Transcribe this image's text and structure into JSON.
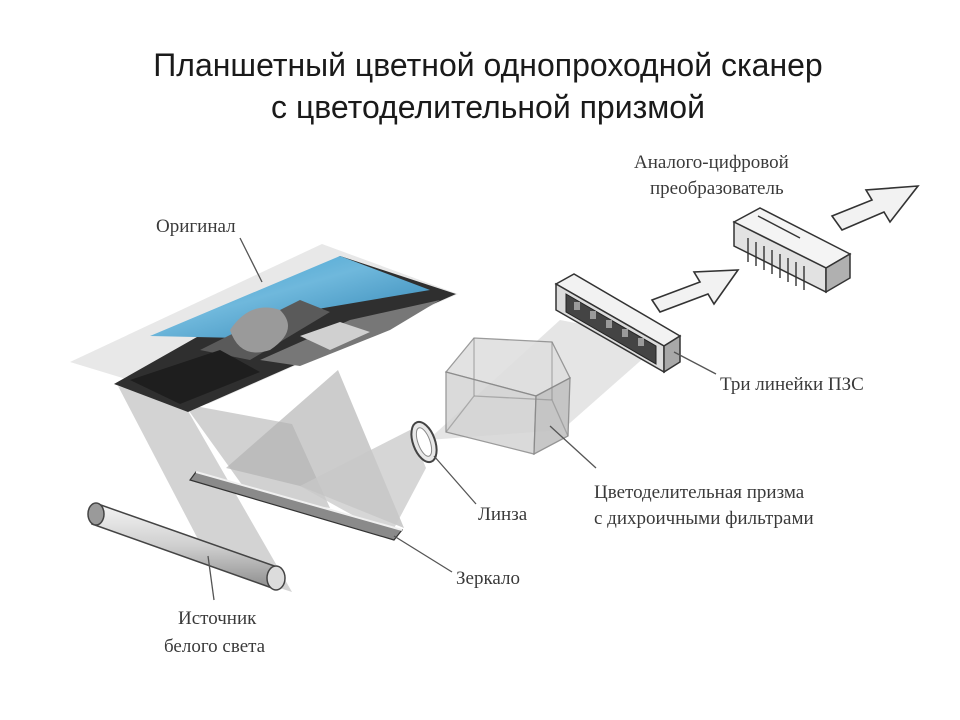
{
  "title": {
    "line1": "Планшетный цветной однопроходной сканер",
    "line2": "с цветоделительной призмой"
  },
  "labels": {
    "original": "Оригинал",
    "adc_line1": "Аналого-цифровой",
    "adc_line2": "преобразователь",
    "ccd": "Три линейки ПЗС",
    "prism_line1": "Цветоделительная призма",
    "prism_line2": "с дихроичными фильтрами",
    "lens": "Линза",
    "mirror": "Зеркало",
    "source_line1": "Источник",
    "source_line2": "белого света"
  },
  "colors": {
    "photo_sky": "#3a9fd0",
    "photo_dark": "#2b2b2b",
    "beam": "#b8b8b8",
    "prism": "#d9d9d9",
    "line": "#555555"
  }
}
